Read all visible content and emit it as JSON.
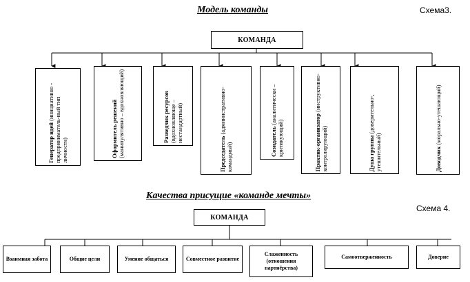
{
  "schema3": {
    "title": "Модель команды",
    "label": "Схема3.",
    "root": "КОМАНДА",
    "roles": [
      {
        "name": "Генератор идей",
        "desc": "(инициативно - предприниматель-ный тип личности)",
        "w": 180
      },
      {
        "name": "Оформитель решений",
        "desc": "(манипулятивно – вдохновляющий)",
        "w": 160
      },
      {
        "name": "Разведчик ресурсов",
        "desc": "(вдохновляюще – нестандартный)",
        "w": 140
      },
      {
        "name": "Председатель",
        "desc": "(административно-командный)",
        "w": 150
      },
      {
        "name": "Созидатель",
        "desc": "(аналитически – критикующий)",
        "w": 170
      },
      {
        "name": "Практик-организатор",
        "desc": "(инструктивно-контролирующий)",
        "w": 150
      },
      {
        "name": "Душа группы",
        "desc": "(доверительно-, утешительный)",
        "w": 150
      },
      {
        "name": "Доводчик",
        "desc": "(морально-утешающий)",
        "w": 150
      }
    ]
  },
  "schema4": {
    "title": "Качества присущие «команде мечты»",
    "label": "Схема 4.",
    "root": "КОМАНДА",
    "qualities": [
      "Взаимная забота",
      "Общие цели",
      "Умение общаться",
      "Совместное развитие",
      "Слаженность (отношения партнёрства)",
      "Самоотверженность",
      "Доверие"
    ]
  }
}
